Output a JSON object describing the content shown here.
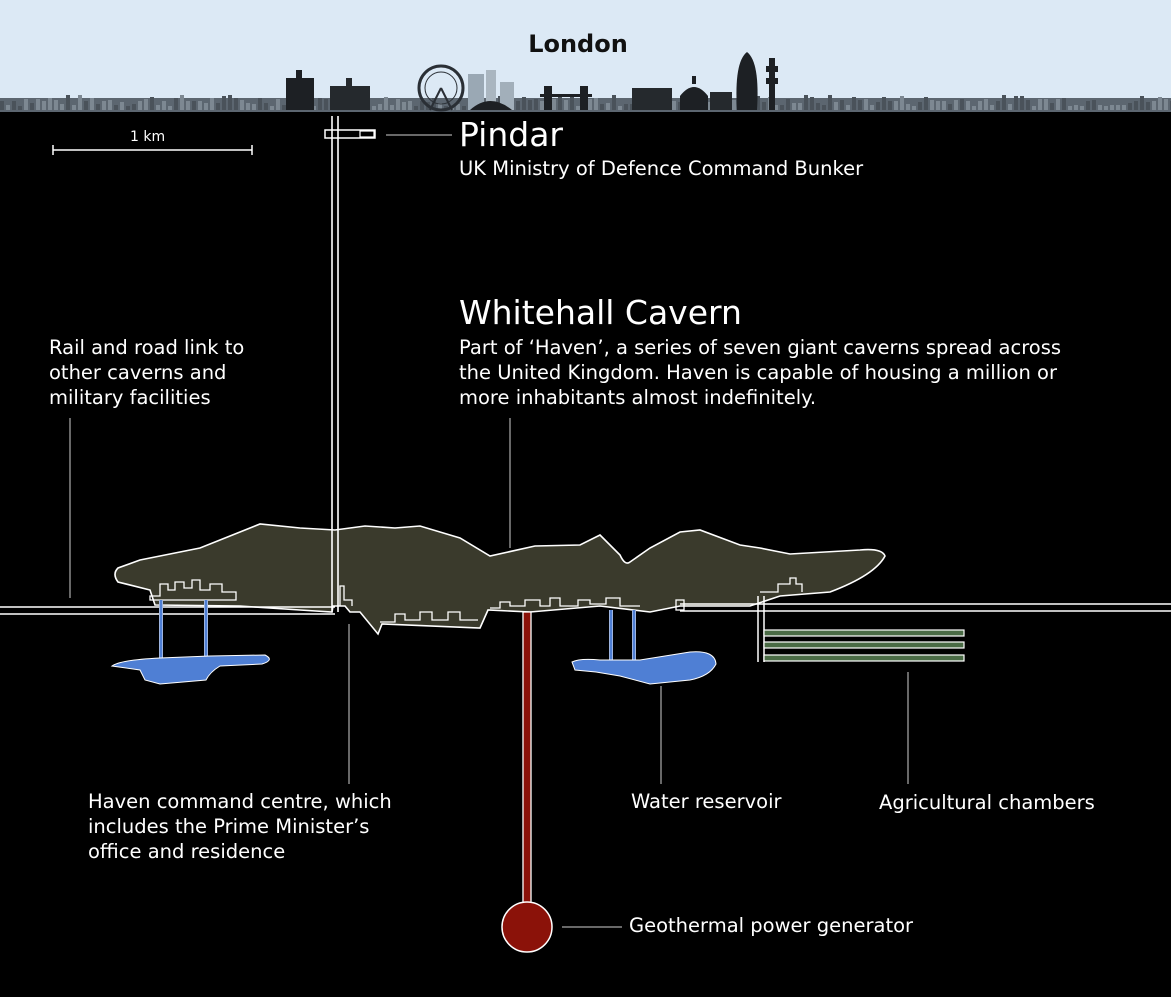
{
  "city_label": "London",
  "scale_bar_label": "1 km",
  "pindar": {
    "title": "Pindar",
    "subtitle": "UK Ministry of Defence Command Bunker"
  },
  "whitehall": {
    "title": "Whitehall Cavern",
    "description_lines": [
      "Part of ‘Haven’, a series of seven giant caverns spread across",
      "the United Kingdom.  Haven is capable of housing a million or",
      "more inhabitants almost indefinitely."
    ]
  },
  "rail_link": {
    "lines": [
      "Rail and road link to",
      "other caverns and",
      "military facilities"
    ]
  },
  "command_centre": {
    "lines": [
      "Haven command centre, which",
      "includes the Prime Minister’s",
      "office and residence"
    ]
  },
  "water_reservoir": {
    "label": "Water reservoir"
  },
  "agricultural": {
    "label": "Agricultural chambers"
  },
  "geothermal": {
    "label": "Geothermal power generator"
  },
  "colors": {
    "sky": "#dce9f5",
    "ground": "#000000",
    "cavern": "#3a3a2c",
    "water": "#4f7fd4",
    "geothermal": "#8b1209",
    "agriculture": "#4a6b45",
    "lines": "#ffffff"
  }
}
